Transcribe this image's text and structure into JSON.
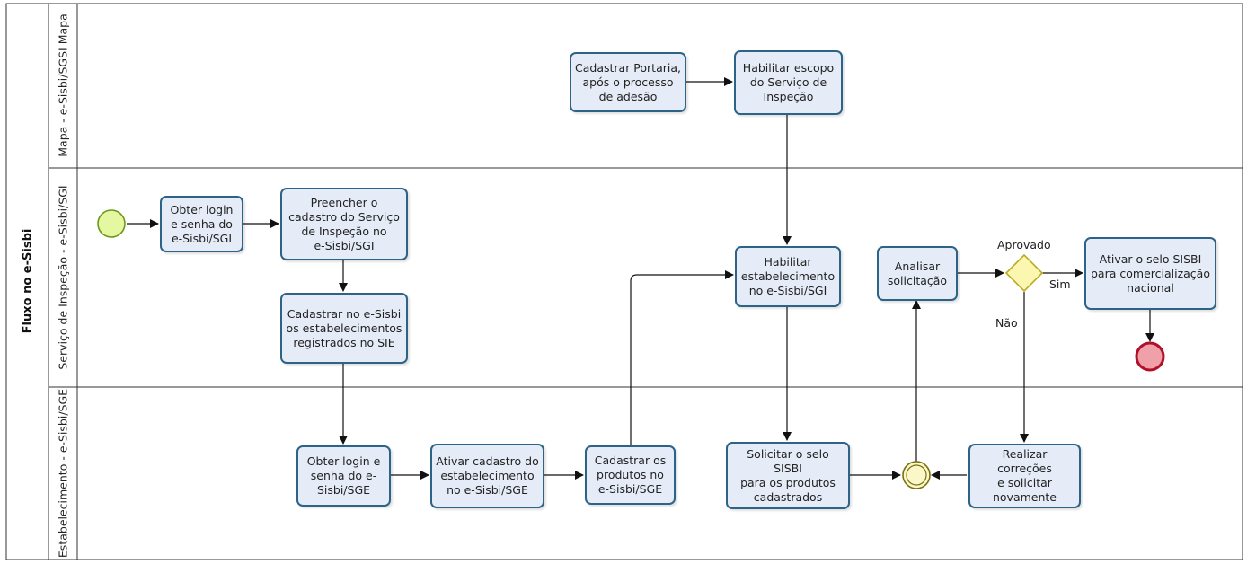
{
  "pool": {
    "title": "Fluxo no e-Sisbi"
  },
  "lanes": [
    {
      "id": "mapa",
      "label": "Mapa - e-Sisbi/SGSI Mapa"
    },
    {
      "id": "servico",
      "label": "Serviço de Inspeção - e-Sisbi/SGI"
    },
    {
      "id": "estab",
      "label": "Estabelecimento - e-Sisbi/SGE"
    }
  ],
  "tasks": {
    "cadastrar_portaria": "Cadastrar Portaria,\napós o processo\nde adesão",
    "habilitar_escopo": "Habilitar escopo\ndo Serviço de\nInspeção",
    "obter_login_sgi": "Obter login\ne senha do\ne-Sisbi/SGI",
    "preencher_cadastro": "Preencher o\ncadastro do Serviço\nde Inspeção no\ne-Sisbi/SGI",
    "cadastrar_estabelecimentos": "Cadastrar no e-Sisbi\nos estabelecimentos\nregistrados no SIE",
    "habilitar_estabelecimento": "Habilitar\nestabelecimento\nno e-Sisbi/SGI",
    "analisar_solicitacao": "Analisar\nsolicitação",
    "ativar_selo": "Ativar o selo SISBI\npara comercialização\nnacional",
    "obter_login_sge": "Obter login e\nsenha do  e-\nSisbi/SGE",
    "ativar_cadastro": "Ativar cadastro do\nestabelecimento\nno e-Sisbi/SGE",
    "cadastrar_produtos": "Cadastrar os\nprodutos no\ne-Sisbi/SGE",
    "solicitar_selo": "Solicitar o selo SISBI\npara os produtos\ncadastrados",
    "realizar_correcoes": "Realizar correções\ne solicitar\nnovamente"
  },
  "gateway": {
    "label": "Aprovado",
    "yes": "Sim",
    "no": "Não"
  },
  "colors": {
    "task_fill": "#e6ecf7",
    "task_border": "#2d6386",
    "start_fill": "#e6f7a1",
    "start_stroke": "#6b9a1a",
    "end_fill": "#f0a0a8",
    "end_stroke": "#b0102a",
    "gateway_fill": "#fbf7b0",
    "gateway_stroke": "#b8ad22",
    "intermediate_fill": "#fbf7c8",
    "intermediate_stroke": "#7a7010"
  }
}
